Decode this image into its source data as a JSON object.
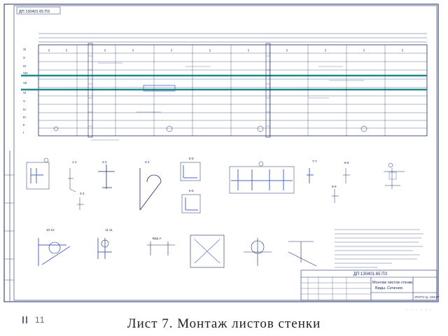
{
  "sheet": {
    "corner_label": "ДП 130401.65 ПЗ",
    "stamp_code": "ДП 130401.65 ПЗ",
    "stamp_title_line1": "Монтаж листов стенки",
    "stamp_title_line2": "Виды. Сечения.",
    "stamp_org": "УГНТУ гр. СМ-07",
    "section_labels": [
      "1-1",
      "2-2",
      "3-3",
      "4-4",
      "5-5",
      "6-6",
      "7-7",
      "8-8",
      "9-9",
      "10-10",
      "11-11",
      "Вид А"
    ],
    "row_labels": [
      "XI",
      "X",
      "IX",
      "VIII",
      "VII",
      "VI",
      "V",
      "IV",
      "III",
      "II",
      "I"
    ],
    "colors": {
      "teal": "#1f8a8a",
      "line": "#1a2a6a",
      "accent": "#4a6abf"
    }
  },
  "footer": {
    "page_number": "11",
    "caption": "Лист 7. Монтаж листов стенки"
  }
}
